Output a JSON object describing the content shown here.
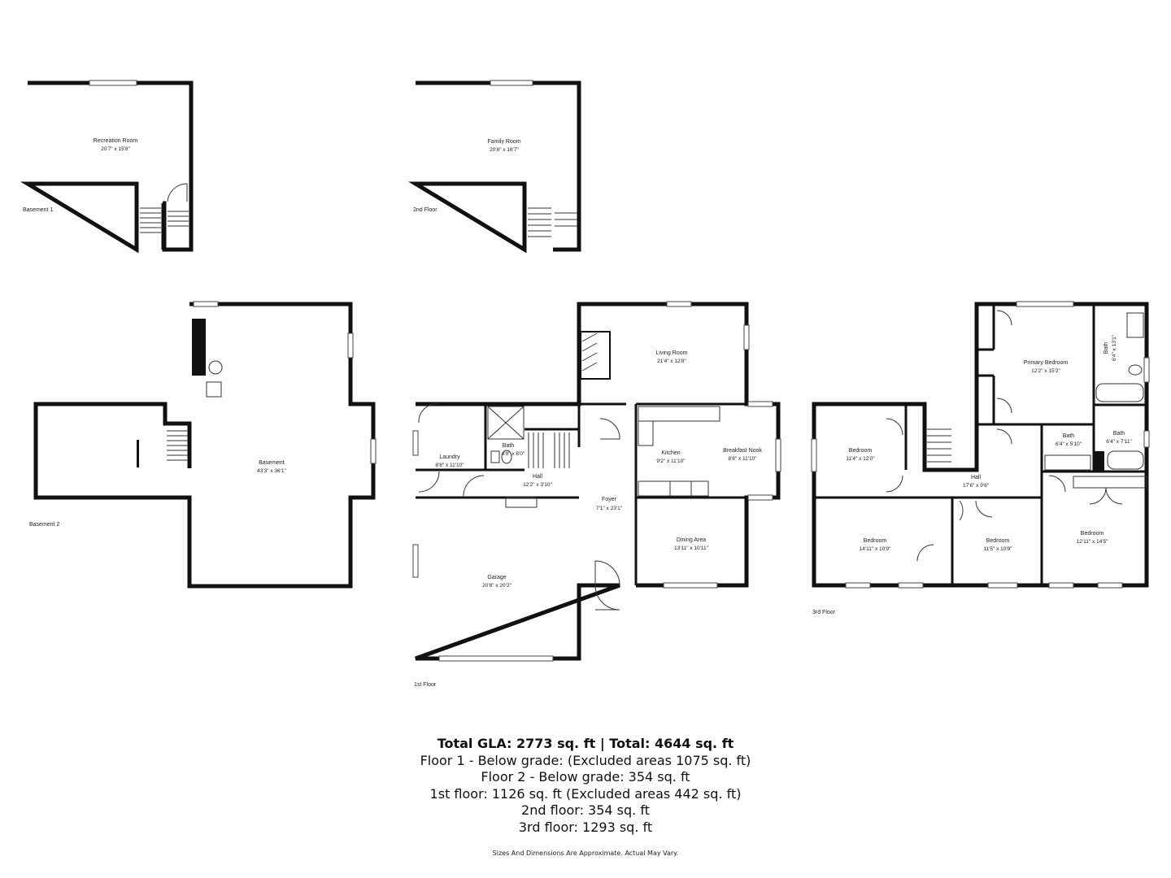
{
  "floors": {
    "basement1": "Basement 1",
    "floor2": "2nd Floor",
    "basement2": "Basement 2",
    "floor1": "1st Floor",
    "floor3": "3rd Floor"
  },
  "rooms": {
    "recreation": {
      "name": "Recreation Room",
      "dim": "20'7\" x 15'8\""
    },
    "family": {
      "name": "Family Room",
      "dim": "20'8\" x 16'7\""
    },
    "basement": {
      "name": "Basement",
      "dim": "43'3\" x 36'1\""
    },
    "laundry": {
      "name": "Laundry",
      "dim": "8'8\" x 11'10\""
    },
    "bath1": {
      "name": "Bath",
      "dim": "4'9\" x 8'0\""
    },
    "hall1": {
      "name": "Hall",
      "dim": "12'2\" x 3'10\""
    },
    "living": {
      "name": "Living Room",
      "dim": "21'4\" x 12'8\""
    },
    "kitchen": {
      "name": "Kitchen",
      "dim": "9'2\" x 11'10\""
    },
    "nook": {
      "name": "Breakfast Nook",
      "dim": "8'8\" x 11'10\""
    },
    "foyer": {
      "name": "Foyer",
      "dim": "7'1\" x 23'1\""
    },
    "dining": {
      "name": "Dining Area",
      "dim": "13'11\" x 10'11\""
    },
    "garage": {
      "name": "Garage",
      "dim": "20'8\" x 20'2\""
    },
    "bed_a": {
      "name": "Bedroom",
      "dim": "11'4\" x 12'0\""
    },
    "primary": {
      "name": "Primary Bedroom",
      "dim": "12'2\" x 15'2\""
    },
    "bath_p": {
      "name": "Bath",
      "dim": "6'4\" x 13'1\""
    },
    "bath_b": {
      "name": "Bath",
      "dim": "6'4\" x 5'10\""
    },
    "bath_c": {
      "name": "Bath",
      "dim": "6'4\" x 7'11\""
    },
    "hall3": {
      "name": "Hall",
      "dim": "17'6\" x 9'6\""
    },
    "bed_b": {
      "name": "Bedroom",
      "dim": "14'11\" x 10'9\""
    },
    "bed_c": {
      "name": "Bedroom",
      "dim": "11'5\" x 10'9\""
    },
    "bed_d": {
      "name": "Bedroom",
      "dim": "12'11\" x 14'5\""
    }
  },
  "summary": {
    "total": "Total GLA: 2773 sq. ft | Total: 4644 sq. ft",
    "line1": "Floor 1 - Below grade: (Excluded areas 1075 sq. ft)",
    "line2": "Floor 2 - Below grade: 354 sq. ft",
    "line3": "1st floor: 1126 sq. ft (Excluded areas 442 sq. ft)",
    "line4": "2nd floor: 354 sq. ft",
    "line5": "3rd floor: 1293 sq. ft"
  },
  "disclaimer": "Sizes And Dimensions Are Approximate. Actual May Vary."
}
